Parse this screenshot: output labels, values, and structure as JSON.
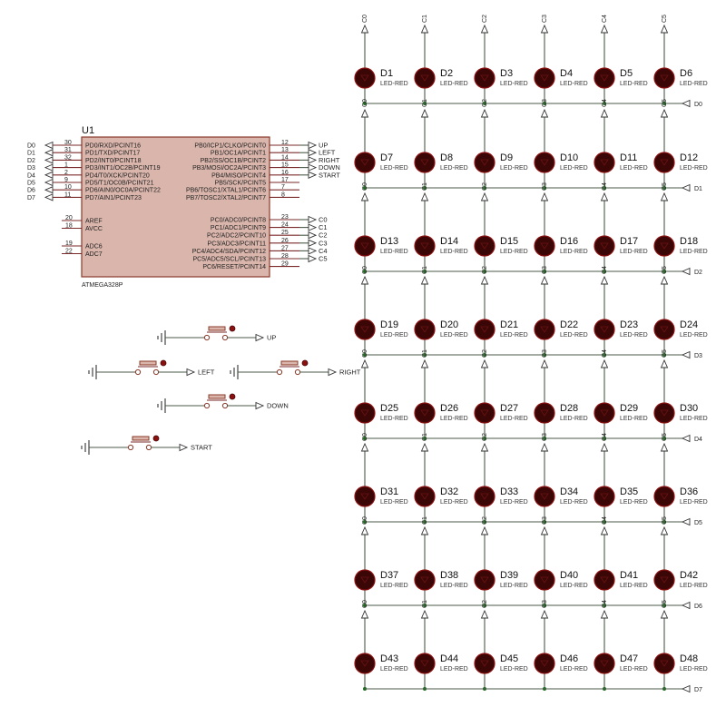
{
  "mcu": {
    "ref": "U1",
    "part": "ATMEGA328P",
    "left_pins": [
      {
        "num": "30",
        "name": "PD0/RXD/PCINT16",
        "net": "D0"
      },
      {
        "num": "31",
        "name": "PD1/TXD/PCINT17",
        "net": "D1"
      },
      {
        "num": "32",
        "name": "PD2/INT0/PCINT18",
        "net": "D2"
      },
      {
        "num": "1",
        "name": "PD3/INT1/OC2B/PCINT19",
        "net": "D3"
      },
      {
        "num": "2",
        "name": "PD4/T0/XCK/PCINT20",
        "net": "D4"
      },
      {
        "num": "9",
        "name": "PD5/T1/OC0B/PCINT21",
        "net": "D5"
      },
      {
        "num": "10",
        "name": "PD6/AIN0/OC0A/PCINT22",
        "net": "D6"
      },
      {
        "num": "11",
        "name": "PD7/AIN1/PCINT23",
        "net": "D7"
      }
    ],
    "left_pins_b": [
      {
        "num": "20",
        "name": "AREF"
      },
      {
        "num": "18",
        "name": "AVCC"
      }
    ],
    "left_pins_c": [
      {
        "num": "19",
        "name": "ADC6"
      },
      {
        "num": "22",
        "name": "ADC7"
      }
    ],
    "right_pins": [
      {
        "num": "12",
        "name": "PB0/ICP1/CLKO/PCINT0",
        "net": "UP"
      },
      {
        "num": "13",
        "name": "PB1/OC1A/PCINT1",
        "net": "LEFT"
      },
      {
        "num": "14",
        "name": "PB2/SS/OC1B/PCINT2",
        "net": "RIGHT"
      },
      {
        "num": "15",
        "name": "PB3/MOSI/OC2A/PCINT3",
        "net": "DOWN"
      },
      {
        "num": "16",
        "name": "PB4/MISO/PCINT4",
        "net": "START"
      },
      {
        "num": "17",
        "name": "PB5/SCK/PCINT5",
        "net": ""
      },
      {
        "num": "7",
        "name": "PB6/TOSC1/XTAL1/PCINT6",
        "net": ""
      },
      {
        "num": "8",
        "name": "PB7/TOSC2/XTAL2/PCINT7",
        "net": ""
      }
    ],
    "right_pins_c": [
      {
        "num": "23",
        "name": "PC0/ADC0/PCINT8",
        "net": "C0"
      },
      {
        "num": "24",
        "name": "PC1/ADC1/PCINT9",
        "net": "C1"
      },
      {
        "num": "25",
        "name": "PC2/ADC2/PCINT10",
        "net": "C2"
      },
      {
        "num": "26",
        "name": "PC3/ADC3/PCINT11",
        "net": "C3"
      },
      {
        "num": "27",
        "name": "PC4/ADC4/SDA/PCINT12",
        "net": "C4"
      },
      {
        "num": "28",
        "name": "PC5/ADC5/SCL/PCINT13",
        "net": "C5"
      },
      {
        "num": "29",
        "name": "PC6/RESET/PCINT14",
        "net": ""
      }
    ]
  },
  "buttons": [
    {
      "label": "UP"
    },
    {
      "label": "LEFT"
    },
    {
      "label": "RIGHT"
    },
    {
      "label": "DOWN"
    },
    {
      "label": "START"
    }
  ],
  "matrix": {
    "led_type": "LED-RED",
    "columns": [
      "C0",
      "C1",
      "C2",
      "C3",
      "C4",
      "C5"
    ],
    "rows": [
      "D0",
      "D1",
      "D2",
      "D3",
      "D4",
      "D5",
      "D6",
      "D7"
    ],
    "leds": [
      [
        "D1",
        "D2",
        "D3",
        "D4",
        "D5",
        "D6"
      ],
      [
        "D7",
        "D8",
        "D9",
        "D10",
        "D11",
        "D12"
      ],
      [
        "D13",
        "D14",
        "D15",
        "D16",
        "D17",
        "D18"
      ],
      [
        "D19",
        "D20",
        "D21",
        "D22",
        "D23",
        "D24"
      ],
      [
        "D25",
        "D26",
        "D27",
        "D28",
        "D29",
        "D30"
      ],
      [
        "D31",
        "D32",
        "D33",
        "D34",
        "D35",
        "D36"
      ],
      [
        "D37",
        "D38",
        "D39",
        "D40",
        "D41",
        "D42"
      ],
      [
        "D43",
        "D44",
        "D45",
        "D46",
        "D47",
        "D48"
      ]
    ]
  }
}
